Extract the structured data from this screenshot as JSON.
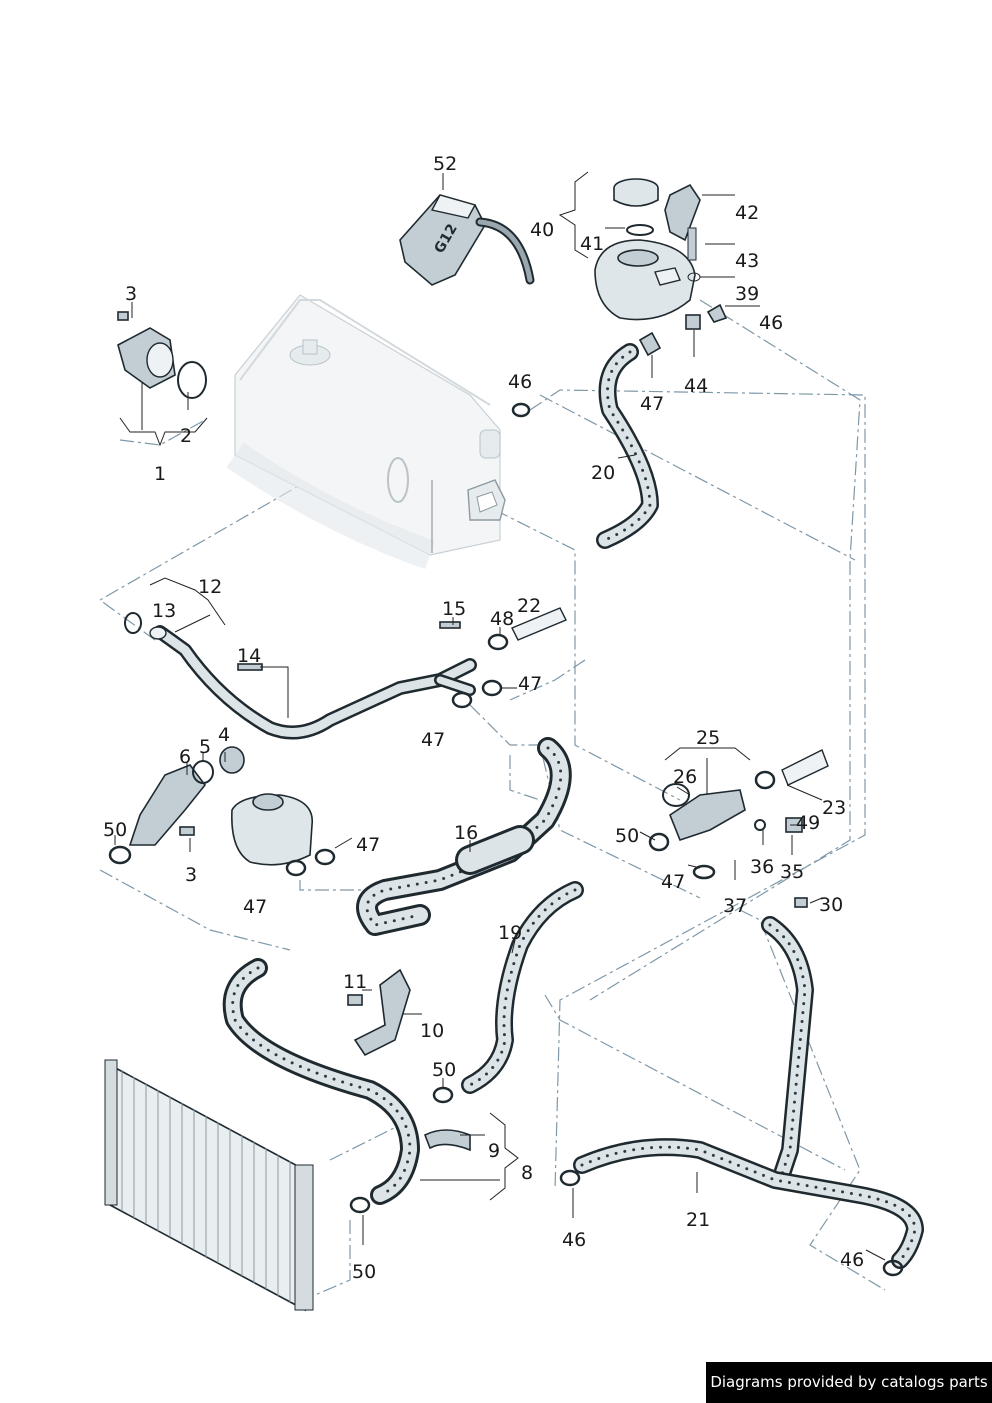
{
  "labels": [
    "52",
    "42",
    "40",
    "41",
    "43",
    "3",
    "39",
    "46",
    "2",
    "46",
    "44",
    "47",
    "1",
    "20",
    "12",
    "13",
    "15",
    "22",
    "48",
    "14",
    "47",
    "47",
    "25",
    "4",
    "5",
    "6",
    "26",
    "23",
    "50",
    "49",
    "3",
    "47",
    "16",
    "50",
    "36",
    "35",
    "47",
    "47",
    "37",
    "30",
    "19",
    "11",
    "10",
    "50",
    "9",
    "8",
    "21",
    "46",
    "50",
    "46"
  ],
  "jug_text": "G12",
  "footer": "Diagrams provided by catalogs parts"
}
